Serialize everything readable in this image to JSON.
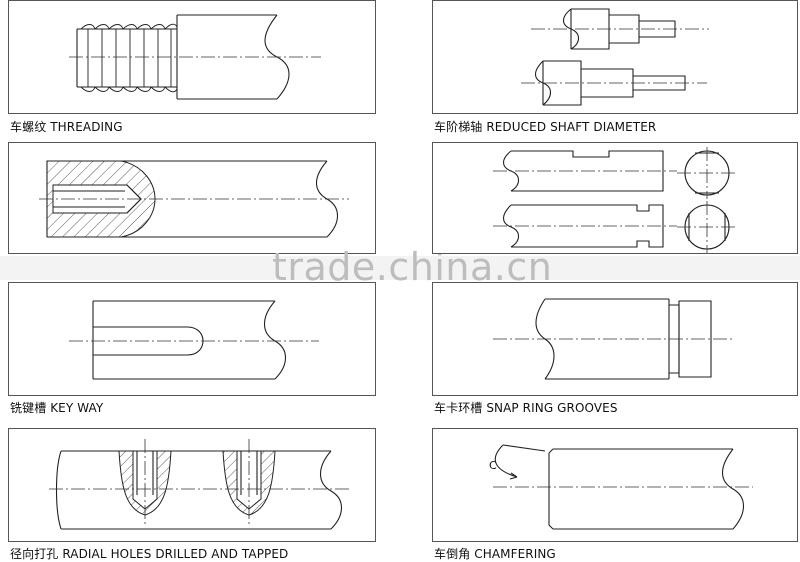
{
  "captions": {
    "threading": "车螺纹 THREADING",
    "reduced": "车阶梯轴 REDUCED SHAFT DIAMETER",
    "keyway": "铣键槽 KEY WAY",
    "snapring": "车卡环槽 SNAP RING GROOVES",
    "radial": "径向打孔 RADIAL HOLES DRILLED AND TAPPED",
    "chamfer": "车倒角 CHAMFERING"
  },
  "chamfer_label": "C",
  "watermark": "trade.china.cn",
  "colors": {
    "line": "#222222",
    "border": "#555555",
    "watermark": "#bdbdbd"
  }
}
